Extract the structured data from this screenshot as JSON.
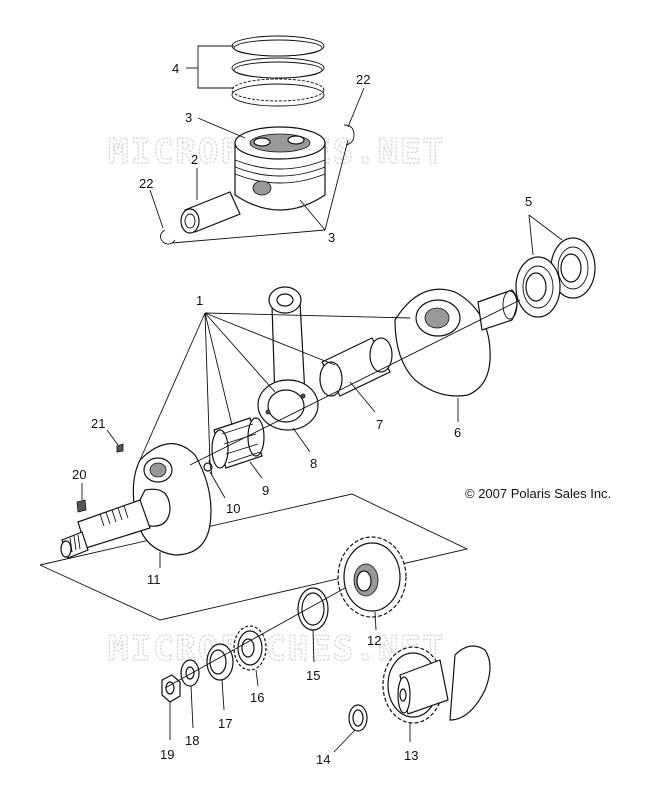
{
  "watermark": "MICROFICHES.NET",
  "copyright": "© 2007 Polaris Sales Inc.",
  "callouts": {
    "c1": "1",
    "c2": "2",
    "c3a": "3",
    "c3b": "3",
    "c4": "4",
    "c5": "5",
    "c6": "6",
    "c7": "7",
    "c8": "8",
    "c9": "9",
    "c10": "10",
    "c11": "11",
    "c12": "12",
    "c13": "13",
    "c14": "14",
    "c15": "15",
    "c16": "16",
    "c17": "17",
    "c18": "18",
    "c19": "19",
    "c20": "20",
    "c21": "21",
    "c22a": "22",
    "c22b": "22"
  }
}
